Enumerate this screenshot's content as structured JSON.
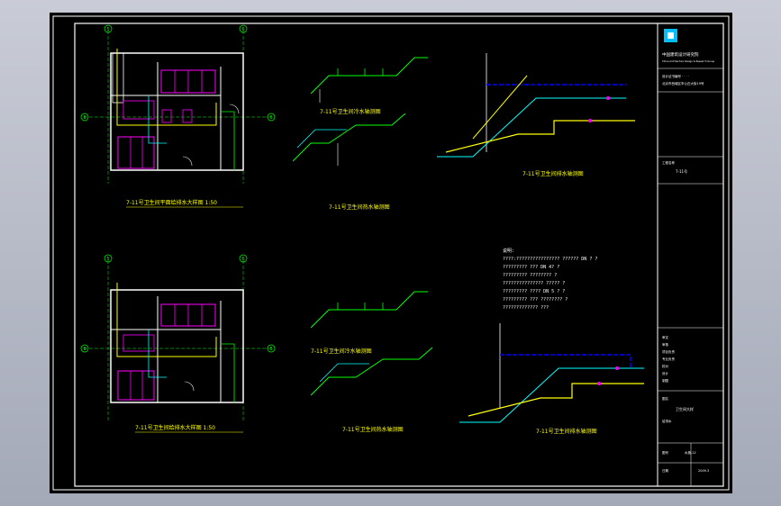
{
  "titles": {
    "plan_top": "7-11号卫生间平面给排水大样图 1:50",
    "plan_bottom": "7-11号卫生间给排水大样图 1:50",
    "cold_water_top": "7-11号卫生间冷水轴测图",
    "hot_water_top": "7-11号卫生间热水轴测图",
    "drainage_top": "7-11号卫生间排水轴测图",
    "cold_water_bottom": "7-11号卫生间冷水轴测图",
    "hot_water_bottom": "7-11号卫生间热水轴测图",
    "drainage_bottom": "7-11号卫生间排水轴测图"
  },
  "axis_labels": {
    "top_col_left": "5",
    "top_col_right": "6",
    "top_row_left": "B",
    "top_row_right": "B",
    "bottom_col_left": "5",
    "bottom_col_right": "6",
    "bottom_row_left": "B",
    "bottom_row_right": "B"
  },
  "notes": {
    "header": "说明:",
    "lines": [
      "????:???????????????? ?????? DN ?   ?",
      "?????????  ??? DN 4? ?",
      "????????? ???????? ?",
      "??????????????? ?????      ?",
      "?????????  ???? DN 5  ?   ?",
      "????????? ???  ???????? ?",
      "?????????????   ???"
    ]
  },
  "title_block": {
    "company": "中国建筑设计研究院",
    "company_en": "China Architecture Design & Research Group",
    "license_line": "设计证书编号  ·  ·  ·  ·",
    "address_line": "北京市西城区车公庄大街19号",
    "project_label": "工程名称",
    "project_value": "7-11号",
    "drawing_label": "图名",
    "drawing_value": "卫生间大样",
    "design_fields": [
      "审定",
      "审核",
      "项目负责",
      "专业负责",
      "校对",
      "设计",
      "制图"
    ],
    "small_note": "给排水",
    "number_label": "图号",
    "number_value": "水施-12",
    "date_label": "日期",
    "date_value": "2009.3"
  }
}
